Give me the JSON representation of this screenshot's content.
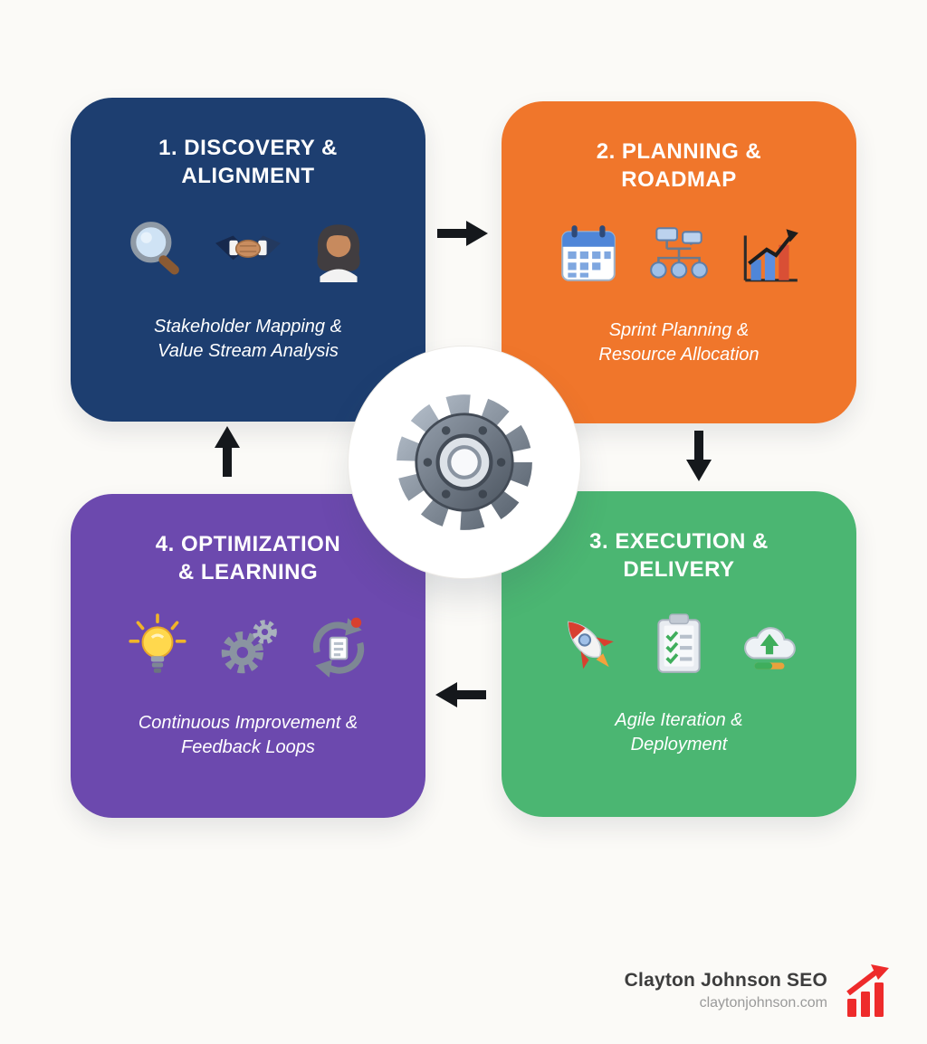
{
  "phases": [
    {
      "id": 1,
      "title": "1. DISCOVERY & ALIGNMENT",
      "subtitle": "Stakeholder Mapping & Value Stream Analysis",
      "color": "#1d3e70",
      "icons": [
        "magnifier-icon",
        "handshake-icon",
        "person-portrait-icon"
      ]
    },
    {
      "id": 2,
      "title": "2. PLANNING & ROADMAP",
      "subtitle": "Sprint Planning & Resource Allocation",
      "color": "#f0762b",
      "icons": [
        "calendar-icon",
        "flowchart-icon",
        "growth-chart-icon"
      ]
    },
    {
      "id": 3,
      "title": "3. EXECUTION & DELIVERY",
      "subtitle": "Agile Iteration & Deployment",
      "color": "#4bb672",
      "icons": [
        "rocket-icon",
        "checklist-icon",
        "cloud-upload-icon"
      ]
    },
    {
      "id": 4,
      "title": "4. OPTIMIZATION & LEARNING",
      "subtitle": "Continuous Improvement & Feedback Loops",
      "color": "#6c49ae",
      "icons": [
        "lightbulb-icon",
        "gears-icon",
        "feedback-loop-icon"
      ]
    }
  ],
  "center": {
    "icon": "gear-icon"
  },
  "arrows": [
    "arrow-right-top",
    "arrow-down-right",
    "arrow-left-bottom",
    "arrow-up-left"
  ],
  "footer": {
    "brand": "Clayton Johnson SEO",
    "website": "claytonjohnson.com",
    "accent_color": "#ee2b2b"
  }
}
